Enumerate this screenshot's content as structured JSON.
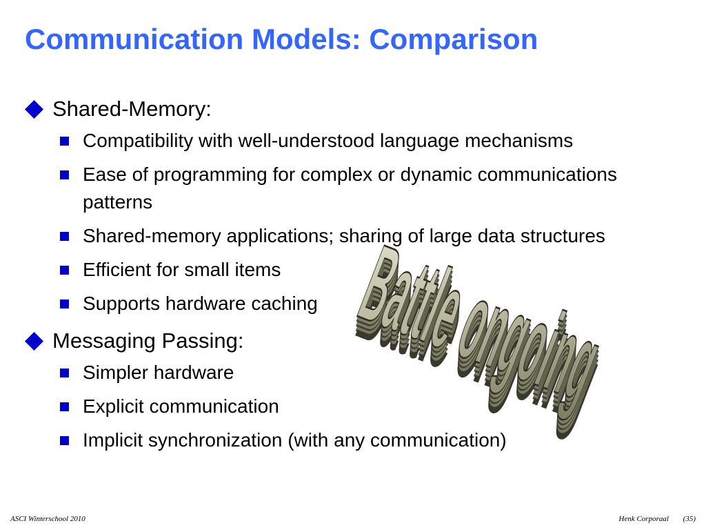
{
  "slide": {
    "title": "Communication Models: Comparison",
    "sections": [
      {
        "heading": "Shared-Memory:",
        "items": [
          "Compatibility with well-understood language mechanisms",
          "Ease of programming for complex or dynamic communications patterns",
          "Shared-memory applications; sharing of large data structures",
          "Efficient for small items",
          "Supports hardware caching"
        ]
      },
      {
        "heading": "Messaging Passing:",
        "items": [
          "Simpler hardware",
          "Explicit communication",
          "Implicit synchronization (with any communication)"
        ]
      }
    ],
    "wordart_text": "Battle ongoing"
  },
  "footer": {
    "left": "ASCI Winterschool 2010",
    "author": "Henk Corporaal",
    "page": "(35)"
  },
  "style": {
    "title_color": "#3366ff",
    "bullet_color": "#0000cc",
    "wordart_light": "#cbcbb6",
    "wordart_mid": "#7f7f66",
    "wordart_dark": "#38382c",
    "text_color": "#000000"
  }
}
